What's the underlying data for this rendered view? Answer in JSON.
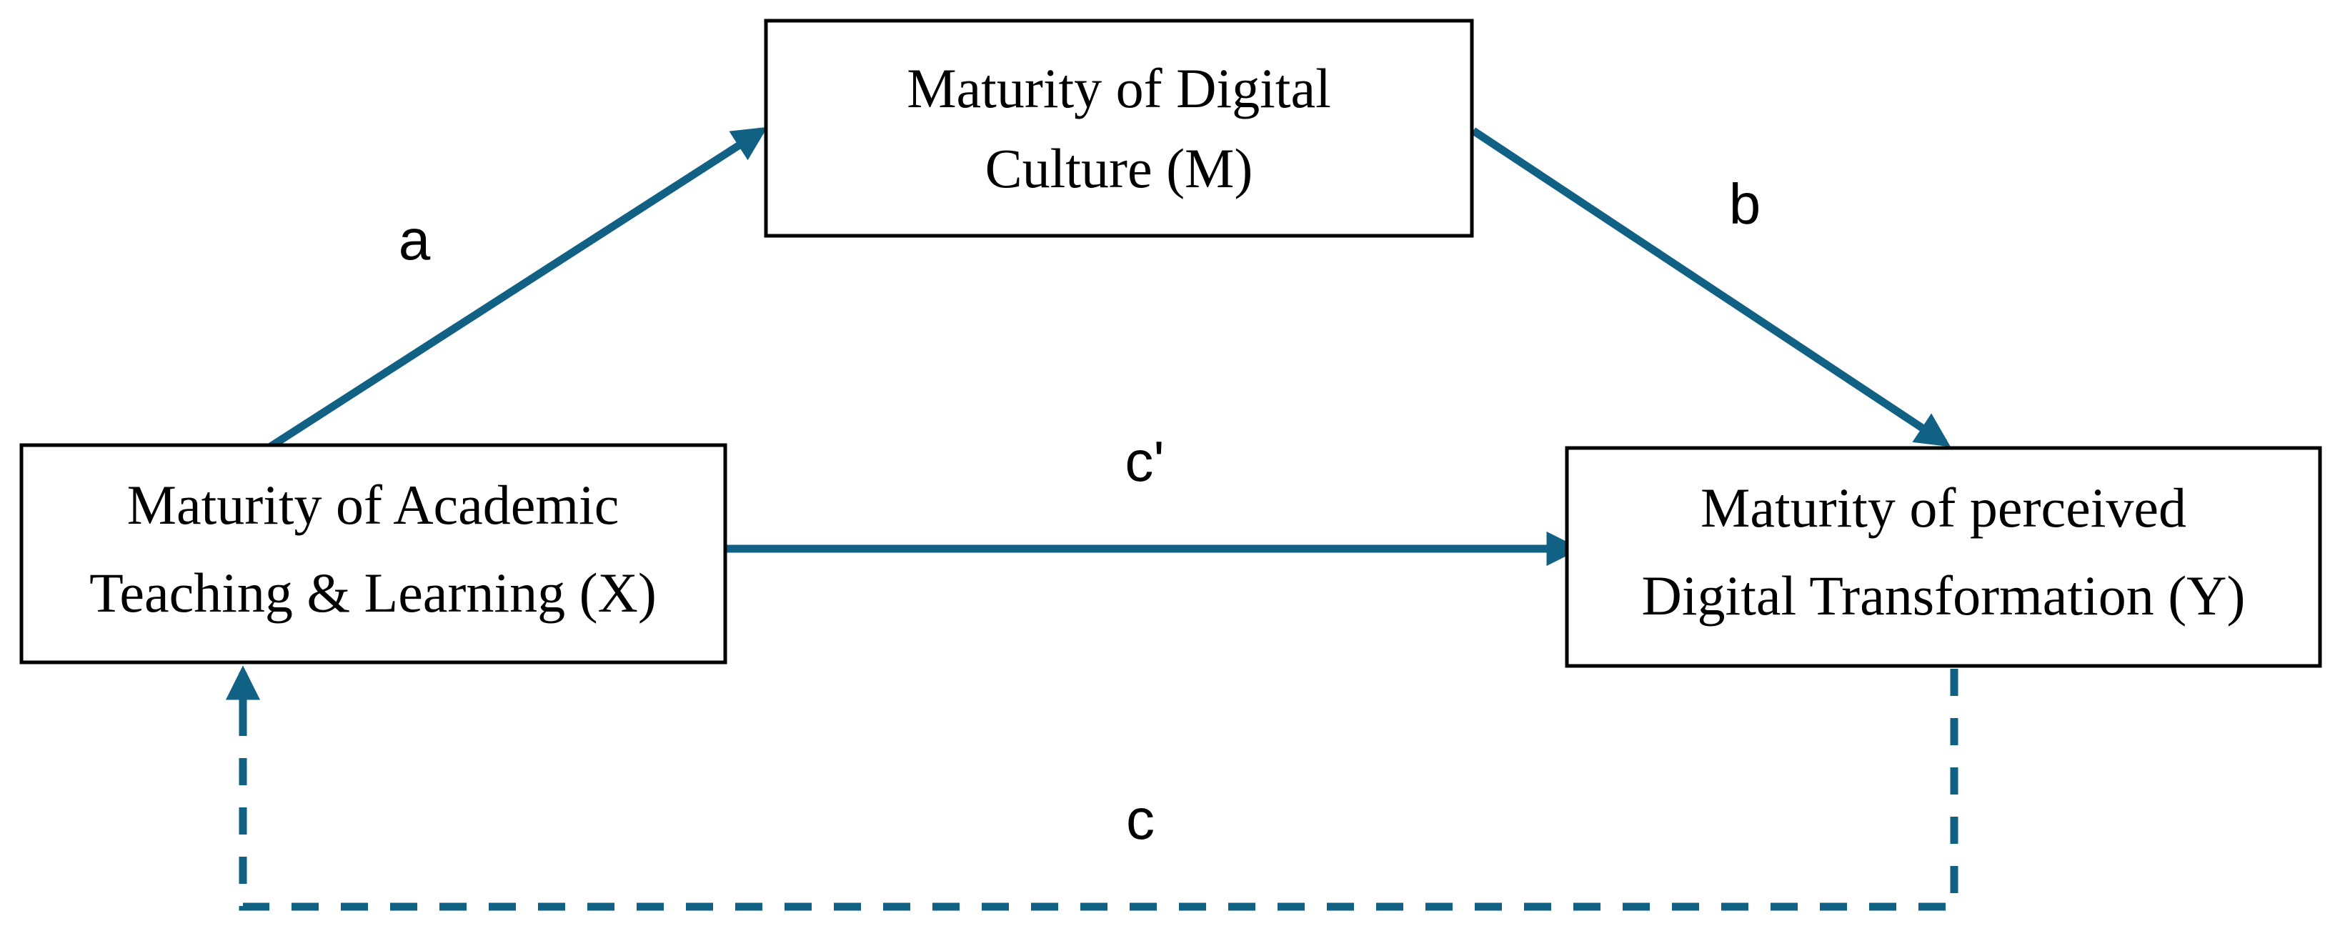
{
  "figure_type": "mediation-path-diagram",
  "colors": {
    "arrow": "#116185",
    "box_border": "#000000",
    "box_fill": "#ffffff",
    "text": "#000000",
    "background": "#ffffff"
  },
  "nodes": {
    "mediator": {
      "role": "M",
      "line1": "Maturity of Digital",
      "line2": "Culture (M)"
    },
    "independent": {
      "role": "X",
      "line1": "Maturity of Academic",
      "line2": "Teaching & Learning (X)"
    },
    "dependent": {
      "role": "Y",
      "line1": "Maturity of perceived",
      "line2": "Digital Transformation (Y)"
    }
  },
  "paths": {
    "a": {
      "label": "a",
      "from": "X",
      "to": "M",
      "style": "solid"
    },
    "b": {
      "label": "b",
      "from": "M",
      "to": "Y",
      "style": "solid"
    },
    "c_prime": {
      "label": "c'",
      "from": "X",
      "to": "Y",
      "style": "solid"
    },
    "c": {
      "label": "c",
      "from": "Y",
      "to": "X",
      "style": "dashed"
    }
  }
}
